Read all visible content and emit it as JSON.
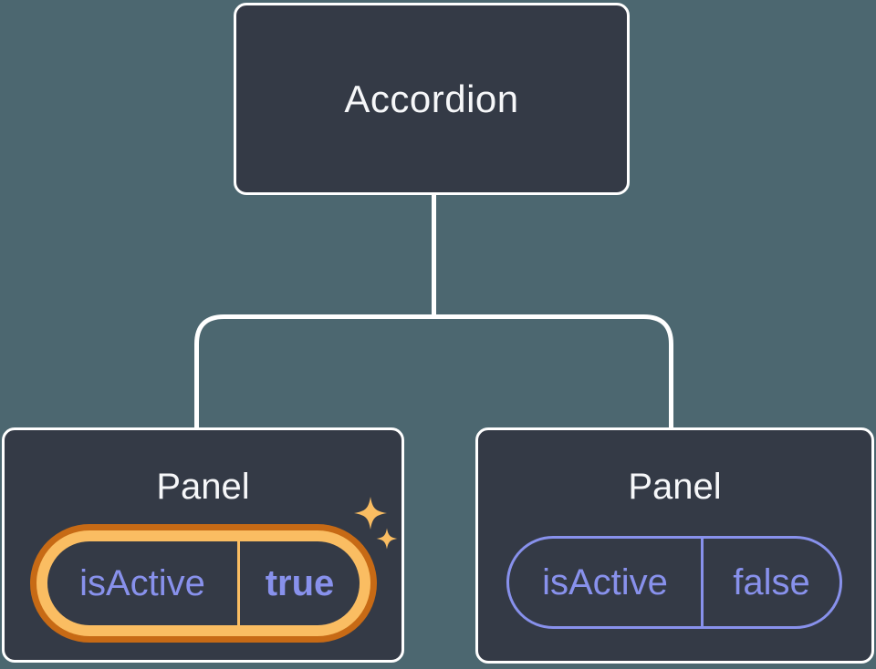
{
  "diagram": {
    "background_color": "#4C6770",
    "node_fill_color": "#343A46",
    "node_border_color": "#FFFFFF",
    "connector_color": "#FFFFFF",
    "title_text_color": "#F6F7F9",
    "state_text_color": "#8891EC",
    "highlight_outer_color": "#C76A15",
    "highlight_inner_color": "#FABD62",
    "sparkle_color": "#FABD62",
    "root": {
      "label": "Accordion"
    },
    "children": [
      {
        "label": "Panel",
        "state": {
          "name": "isActive",
          "value": "true"
        },
        "highlighted": true,
        "icon": "sparkles-icon"
      },
      {
        "label": "Panel",
        "state": {
          "name": "isActive",
          "value": "false"
        },
        "highlighted": false
      }
    ]
  }
}
